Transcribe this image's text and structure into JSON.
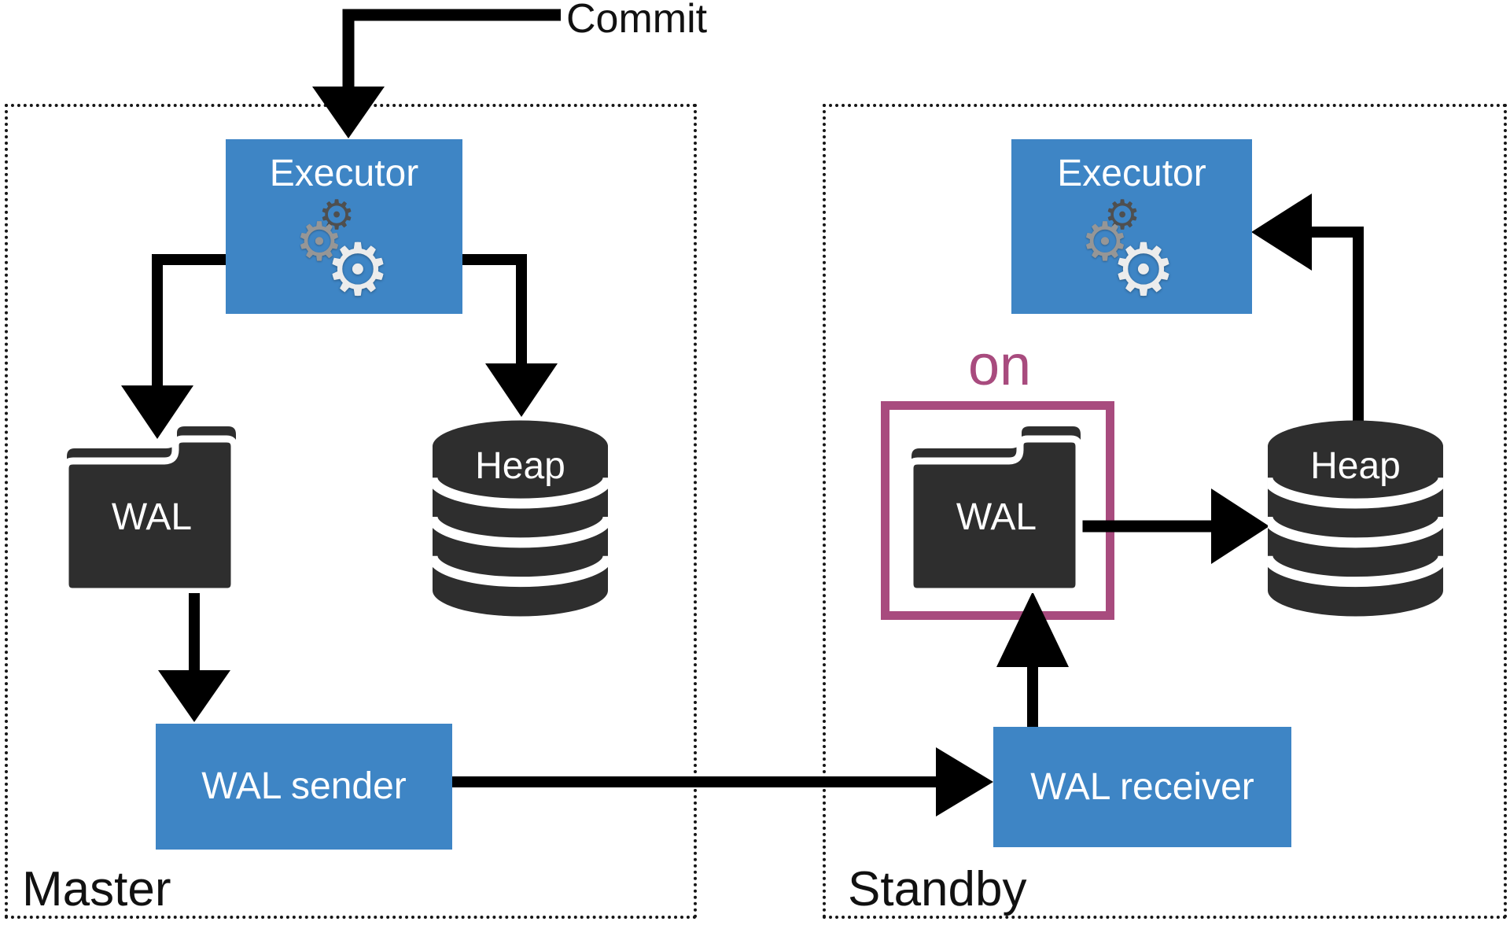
{
  "diagram": {
    "commit_label": "Commit",
    "regions": {
      "master": {
        "title": "Master"
      },
      "standby": {
        "title": "Standby"
      }
    },
    "master": {
      "executor_label": "Executor",
      "wal_label": "WAL",
      "heap_label": "Heap",
      "wal_sender_label": "WAL sender"
    },
    "standby": {
      "on_label": "on",
      "executor_label": "Executor",
      "wal_label": "WAL",
      "heap_label": "Heap",
      "wal_receiver_label": "WAL receiver"
    },
    "icons": {
      "gear_glyph": "⚙"
    },
    "colors": {
      "blue": "#3e85c5",
      "dark": "#2e2e2e",
      "purple": "#a84b7e",
      "line": "#000000",
      "text": "#111111"
    }
  }
}
